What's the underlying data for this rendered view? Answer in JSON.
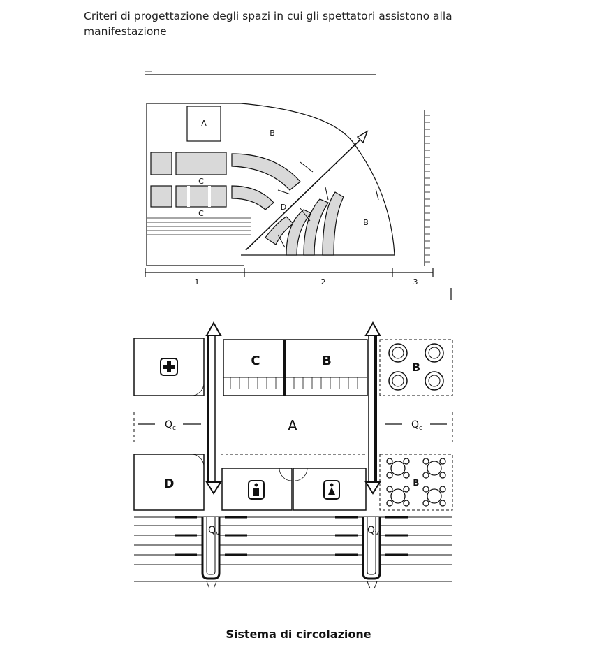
{
  "heading": "Criteri di progettazione degli spazi in cui gli spettatori assistono alla manifestazione",
  "plan": {
    "zone_labels": [
      "A",
      "B",
      "C",
      "C",
      "D",
      "B"
    ],
    "dimension_labels": [
      "1",
      "2",
      "3"
    ]
  },
  "circulation": {
    "room_labels": [
      "C",
      "B",
      "B",
      "A",
      "D",
      "B"
    ],
    "qc_label": "Q",
    "qc_sub": "c",
    "qv_label": "Q",
    "qv_sub": "V"
  },
  "caption": "Sistema di circolazione"
}
